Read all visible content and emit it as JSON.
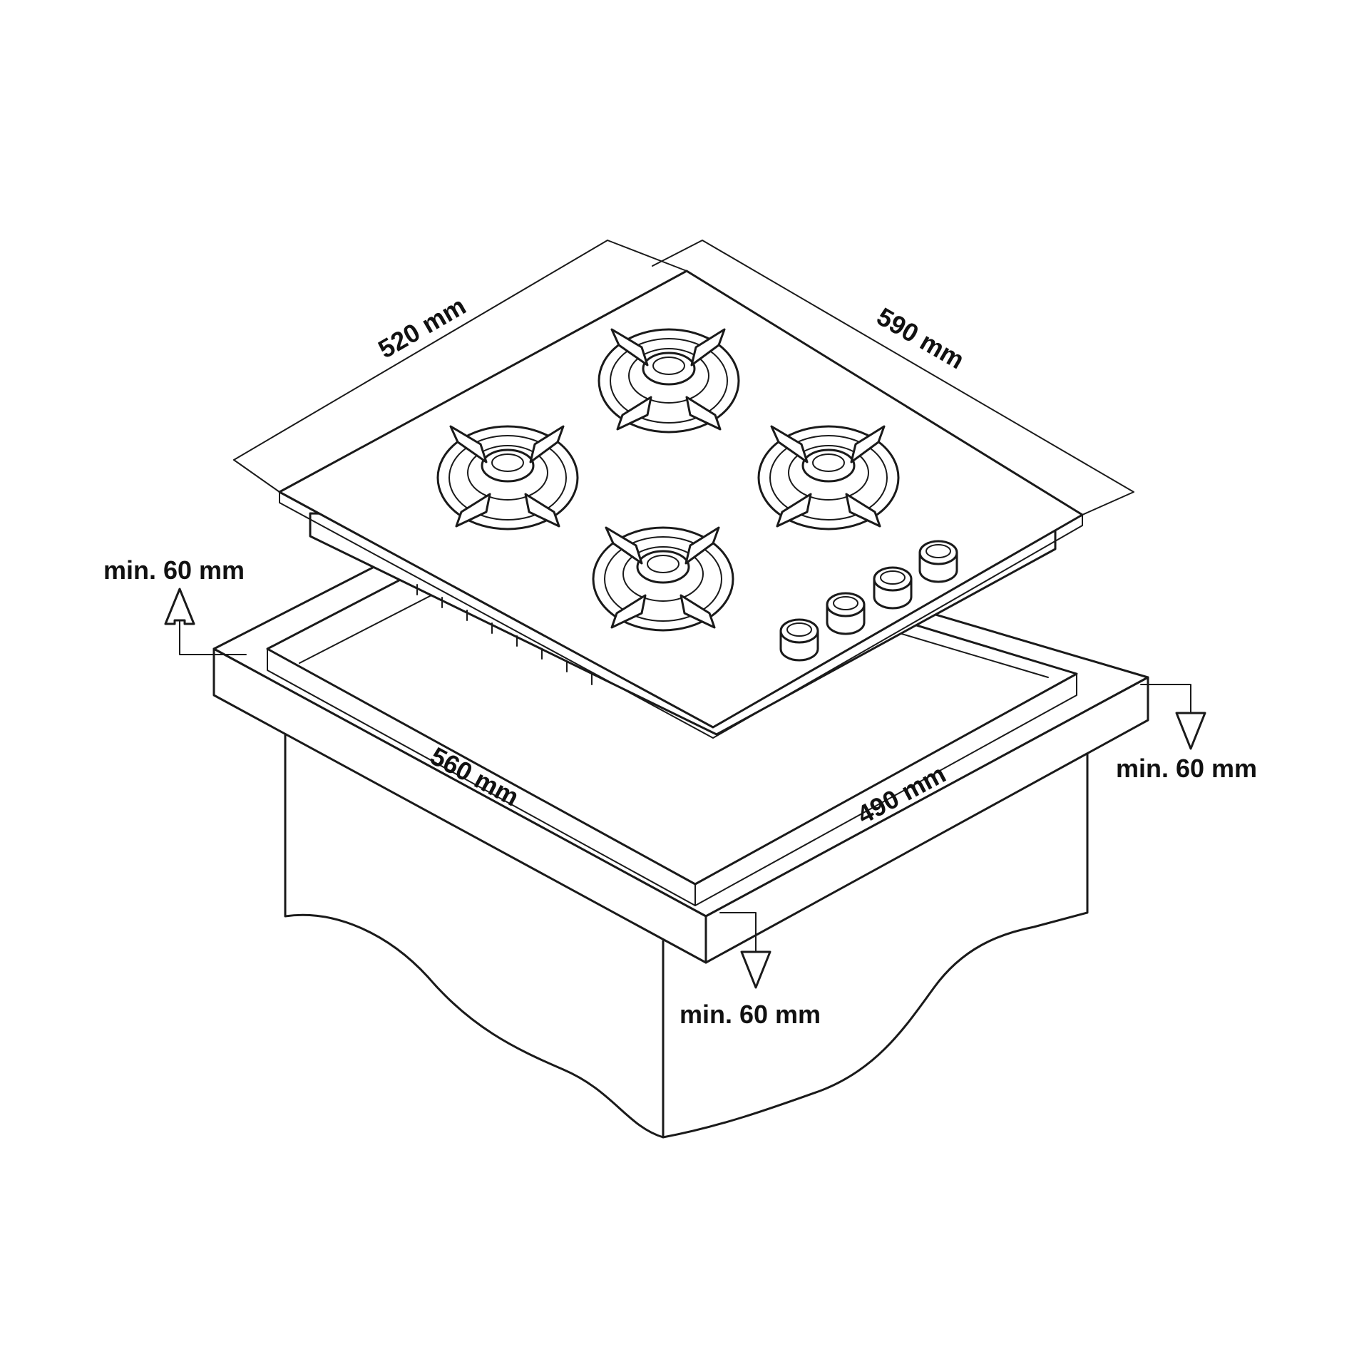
{
  "dimensions": {
    "hob_depth": "520 mm",
    "hob_width": "590 mm",
    "cutout_width": "560 mm",
    "cutout_depth": "490 mm"
  },
  "clearances": {
    "rear": "min. 60 mm",
    "side": "min. 60 mm",
    "front": "min. 60 mm"
  },
  "hob": {
    "burner_count": 4,
    "knob_count": 4,
    "icons": [
      "burner-icon",
      "control-knob-icon",
      "arrow-up-icon",
      "arrow-down-icon"
    ]
  },
  "colors": {
    "line": "#1a1a1a",
    "background": "#ffffff"
  }
}
